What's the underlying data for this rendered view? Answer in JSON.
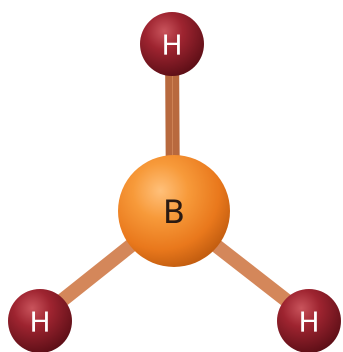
{
  "molecule": {
    "atoms": [
      {
        "id": "B",
        "label": "B",
        "color": "#f08a28"
      },
      {
        "id": "H1",
        "label": "H",
        "color": "#8b1a24"
      },
      {
        "id": "H2",
        "label": "H",
        "color": "#8b1a24"
      },
      {
        "id": "H3",
        "label": "H",
        "color": "#8b1a24"
      }
    ],
    "bond_color": "#d98a5e"
  }
}
